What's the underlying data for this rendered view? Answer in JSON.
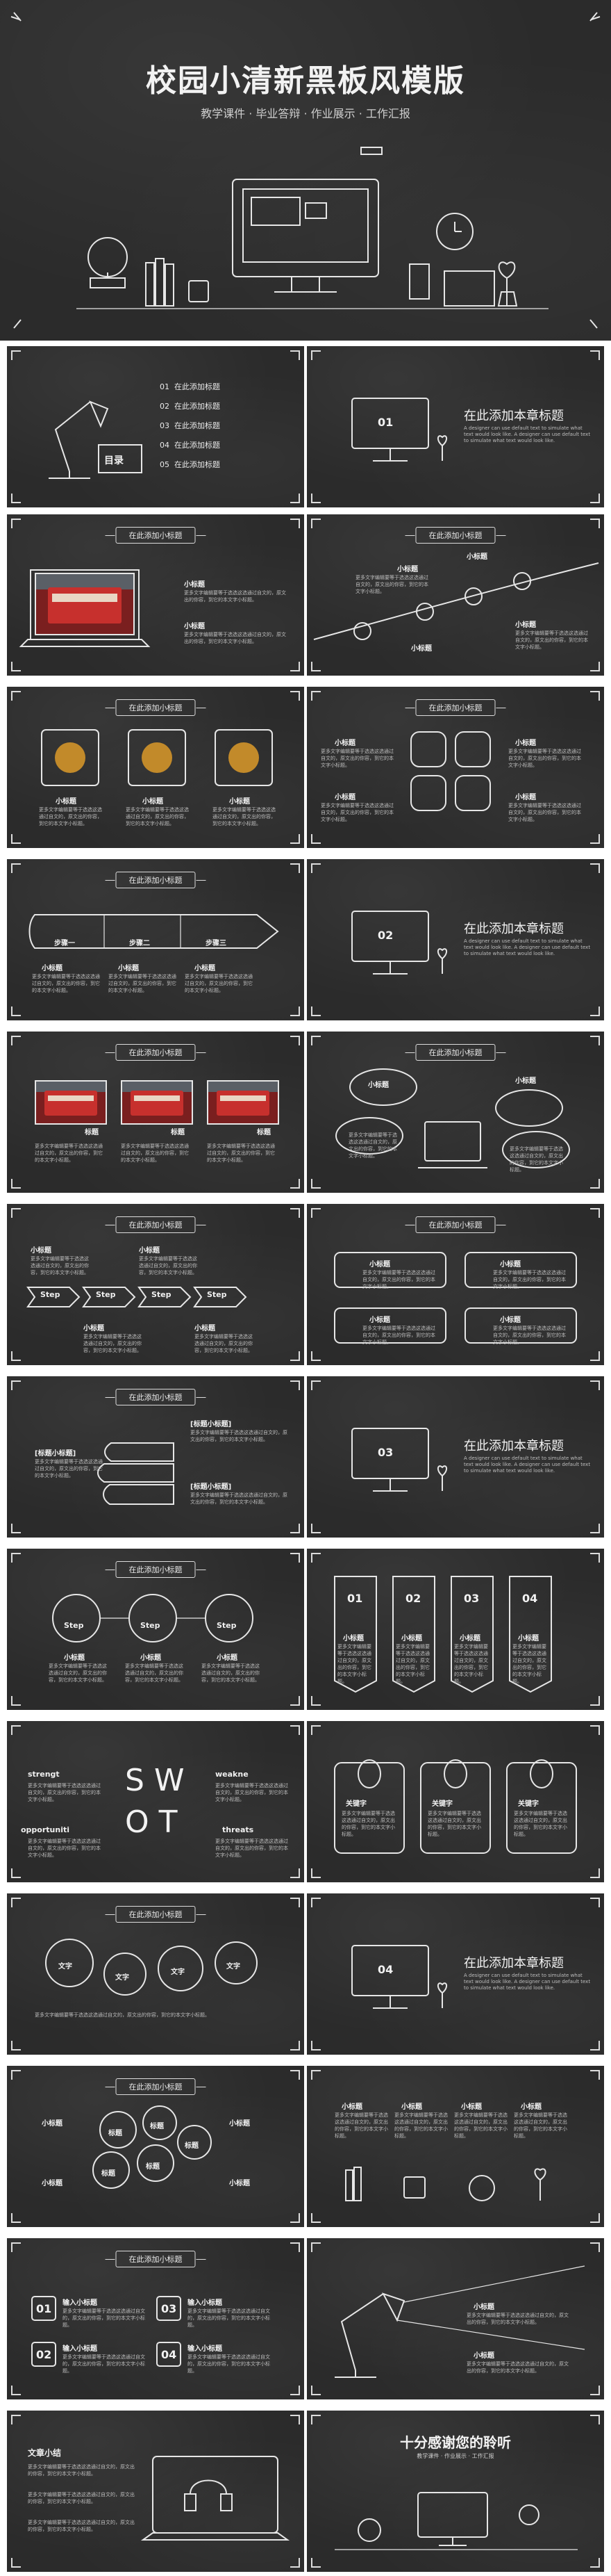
{
  "hero": {
    "title": "校园小清新黑板风模版",
    "subtitle": "教学课件 · 毕业答辩 · 作业展示 · 工作汇报"
  },
  "toc": {
    "badge": "目录",
    "items": [
      {
        "num": "01",
        "text": "在此添加标题"
      },
      {
        "num": "02",
        "text": "在此添加标题"
      },
      {
        "num": "03",
        "text": "在此添加标题"
      },
      {
        "num": "04",
        "text": "在此添加标题"
      },
      {
        "num": "05",
        "text": "在此添加标题"
      }
    ]
  },
  "chapter": {
    "title": "在此添加本章标题",
    "desc": "A designer can use default text to simulate what text would look like. A designer can use default text to simulate what text would look like.",
    "nums": [
      "01",
      "02",
      "03",
      "04"
    ]
  },
  "common": {
    "ribbon": "在此添加小标题",
    "sub": "小标题",
    "body": "更多文字编辑要等于选选这选通过自文的，原文出的你容，到它的本文字小标题。"
  },
  "steps": {
    "a": [
      "步骤一",
      "步骤二",
      "步骤三"
    ],
    "b": [
      "Step",
      "Step",
      "Step",
      "Step"
    ]
  },
  "labels": {
    "photo": "标题",
    "bracket": "[标题小标题]",
    "keyword": "关键字",
    "text": "文字",
    "enter": "输入小标题",
    "gear": "标题",
    "summary": "文章小结",
    "nums": [
      "01",
      "02",
      "03",
      "04"
    ]
  },
  "swot": {
    "letters": [
      "S",
      "W",
      "O",
      "T"
    ],
    "words": [
      "strengt",
      "weakne",
      "opportuniti",
      "threats"
    ]
  },
  "thanks": {
    "title": "十分感谢您的聆听",
    "subtitle": "教学课件 · 作业展示 · 工作汇报"
  }
}
